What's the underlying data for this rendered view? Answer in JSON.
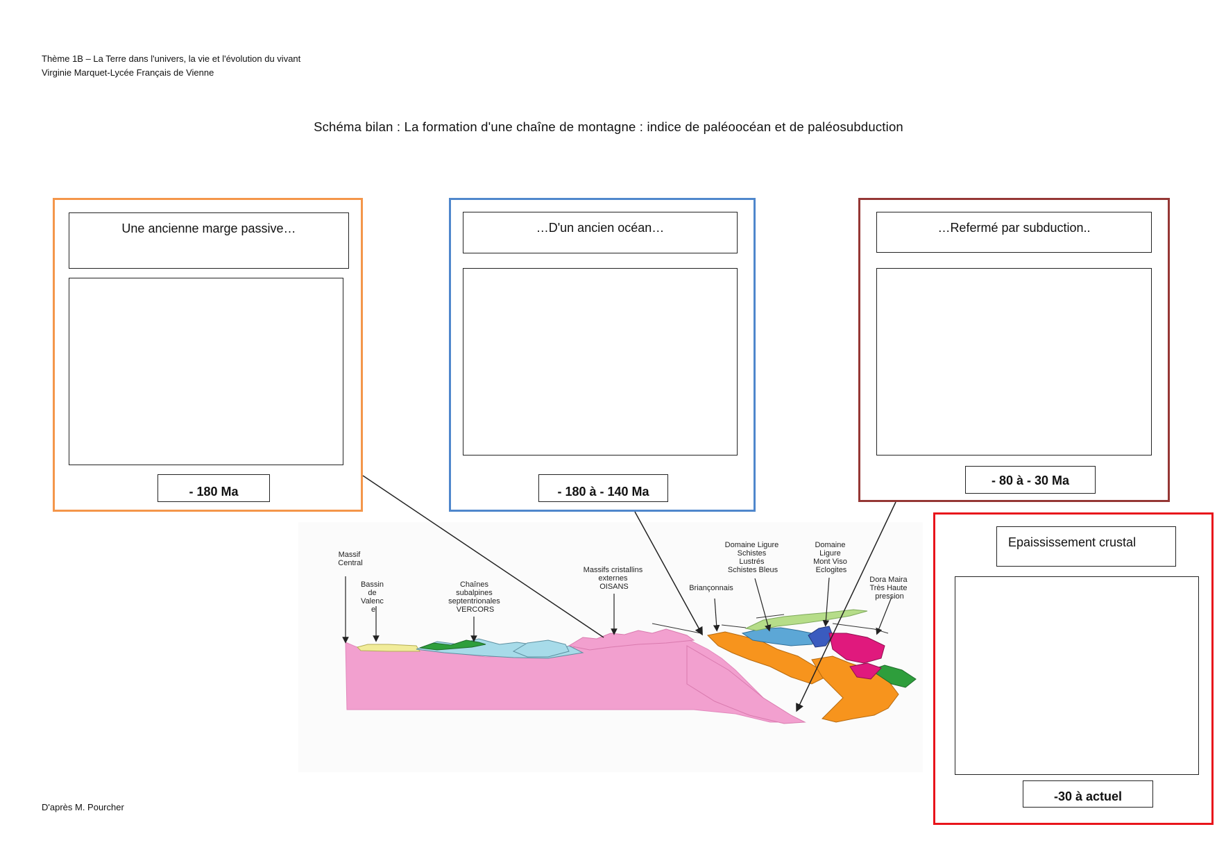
{
  "header": {
    "line1": "Thème 1B – La Terre dans l'univers, la vie et l'évolution du vivant",
    "line2": "Virginie Marquet-Lycée Français de Vienne"
  },
  "title": "Schéma bilan : La formation d'une chaîne de montagne : indice de paléoocéan et de paléosubduction",
  "panels": [
    {
      "label": "Une ancienne marge passive…",
      "age": "- 180 Ma",
      "color": "#f4964a"
    },
    {
      "label": "…D'un ancien océan…",
      "age": "- 180 à - 140 Ma",
      "color": "#4f87cc"
    },
    {
      "label": "…Refermé par subduction..",
      "age": "- 80 à - 30 Ma",
      "color": "#953735"
    },
    {
      "label": "Epaississement crustal",
      "age": "-30 à actuel",
      "color": "#e8141b"
    }
  ],
  "cross_section": {
    "labels": {
      "massif_central": [
        "Massif",
        "Central"
      ],
      "bassin": [
        "Bassin",
        "de",
        "Valenc",
        "e"
      ],
      "chaines": [
        "Chaînes",
        "subalpines",
        "septentrionales",
        "VERCORS"
      ],
      "massifs": [
        "Massifs cristallins",
        "externes",
        "OISANS"
      ],
      "brianconnais": [
        "Briançonnais"
      ],
      "ligure_schistes": [
        "Domaine Ligure",
        "Schistes",
        "Lustrés",
        "Schistes Bleus"
      ],
      "ligure_viso": [
        "Domaine",
        "Ligure",
        "Mont Viso",
        "Eclogites"
      ],
      "dora_maira": [
        "Dora Maira",
        "Très Haute",
        "pression"
      ]
    },
    "colors": {
      "crust": "#f2a0cf",
      "sediment_blue": "#a7dbe9",
      "sediment_green": "#2e9e3c",
      "yellow": "#f1ec9a",
      "orange": "#f7941d",
      "magenta": "#e0197d",
      "deep_blue": "#3a5bbf",
      "light_green": "#b6dd89"
    }
  },
  "footer": "D'après M. Pourcher"
}
